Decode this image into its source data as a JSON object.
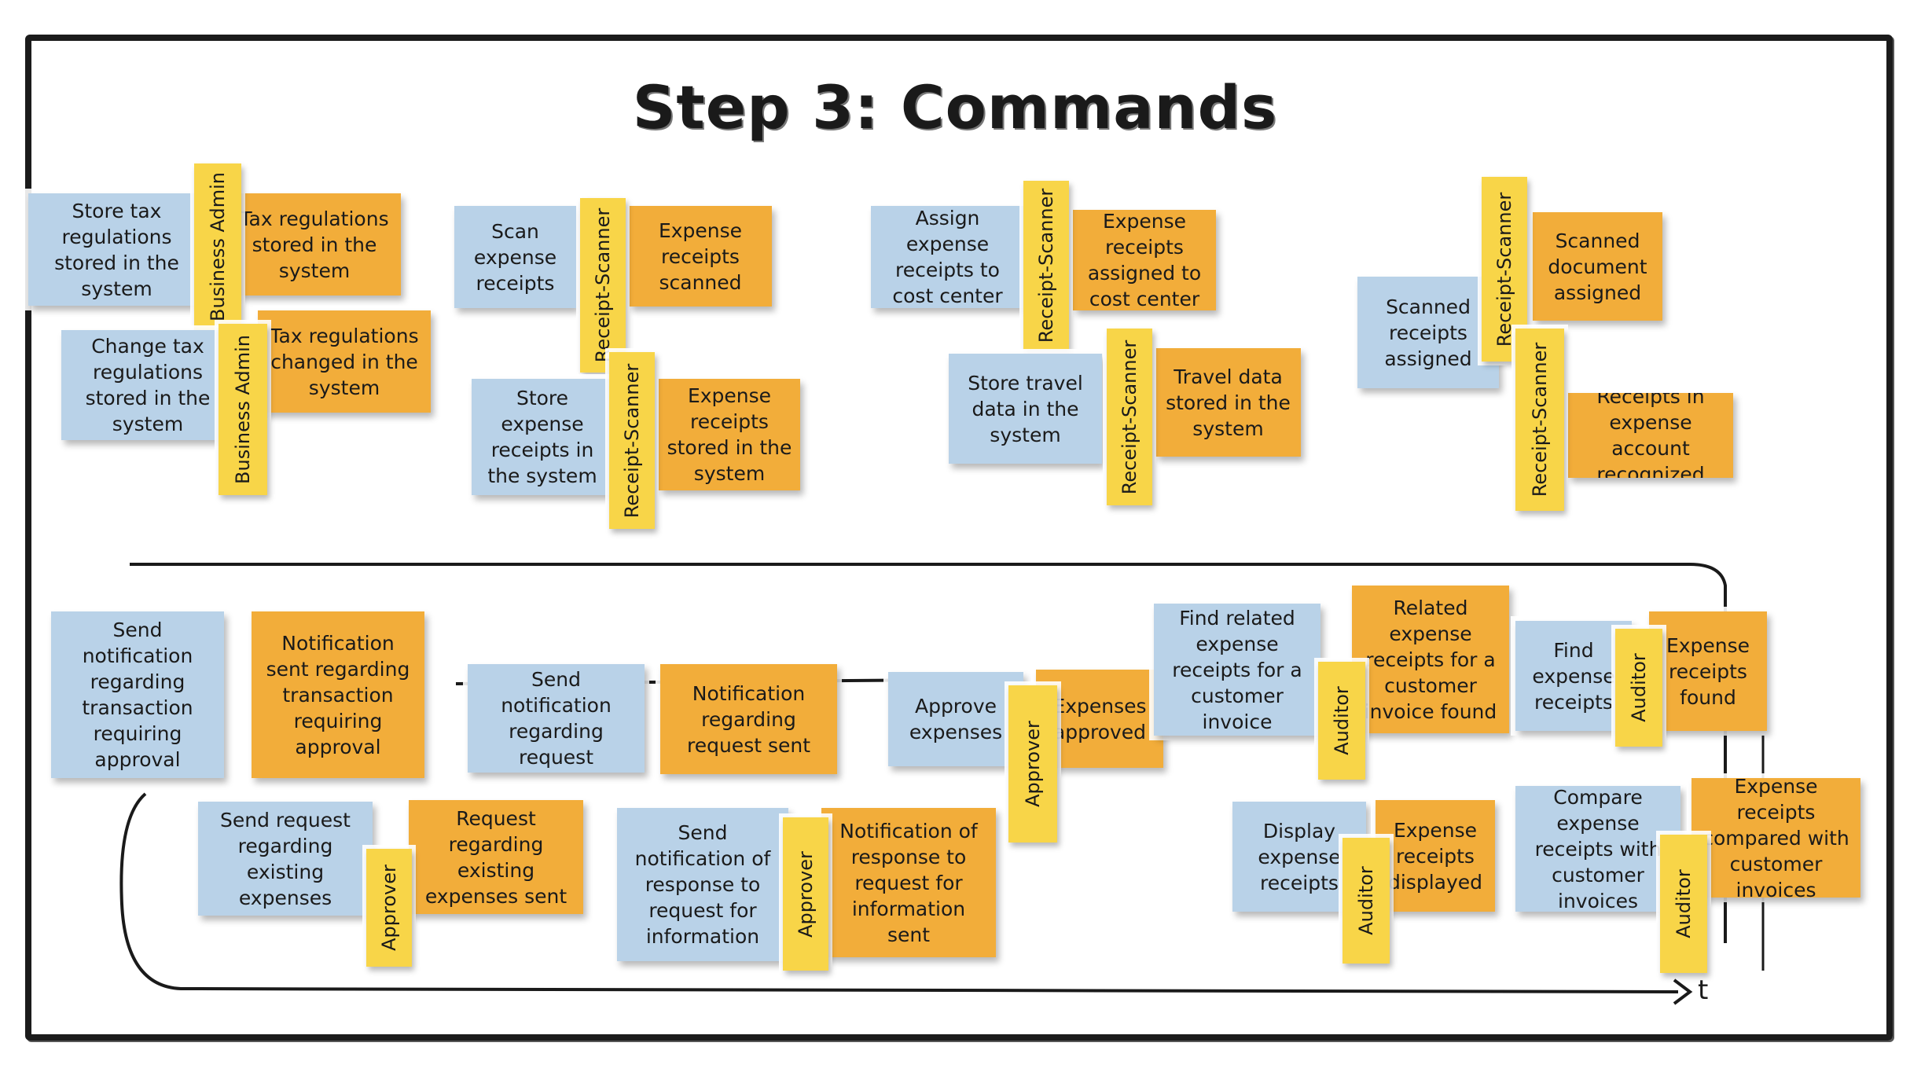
{
  "title": "Step 3: Commands",
  "axis_label": "t",
  "colors": {
    "command": "#b9d2e8",
    "event": "#f2ad3a",
    "actor": "#f8d548",
    "frame": "#1b1b1b"
  },
  "commands": [
    "Store tax regulations stored in the system",
    "Change tax regulations stored in the system",
    "Scan expense receipts",
    "Store expense receipts in the system",
    "Assign expense receipts to cost center",
    "Store travel data in the system",
    "Scanned receipts assigned",
    "Send notification regarding transaction requiring approval",
    "Send notification regarding request",
    "Approve expenses",
    "Find related expense receipts for a customer invoice",
    "Find expense receipts",
    "Send request regarding existing expenses",
    "Send notification of response to request for information",
    "Display expense receipts",
    "Compare expense receipts with customer invoices"
  ],
  "events": [
    "Tax regulations stored in the system",
    "Tax regulations changed in the system",
    "Expense receipts scanned",
    "Expense receipts stored in the system",
    "Expense receipts assigned to cost center",
    "Travel data stored in the system",
    "Scanned document assigned",
    "Receipts in expense account recognized",
    "Notification sent regarding transaction requiring approval",
    "Notification regarding request sent",
    "Expenses approved",
    "Related expense receipts for a customer invoice found",
    "Expense receipts found",
    "Request regarding existing expenses sent",
    "Notification of response to request for information sent",
    "Expense receipts displayed",
    "Expense receipts compared with customer invoices"
  ],
  "actors": [
    "Business Admin",
    "Business Admin",
    "Receipt-Scanner",
    "Receipt-Scanner",
    "Receipt-Scanner",
    "Receipt-Scanner",
    "Receipt-Scanner",
    "Receipt-Scanner",
    "Approver",
    "Auditor",
    "Auditor",
    "Approver",
    "Approver",
    "Auditor",
    "Auditor"
  ]
}
